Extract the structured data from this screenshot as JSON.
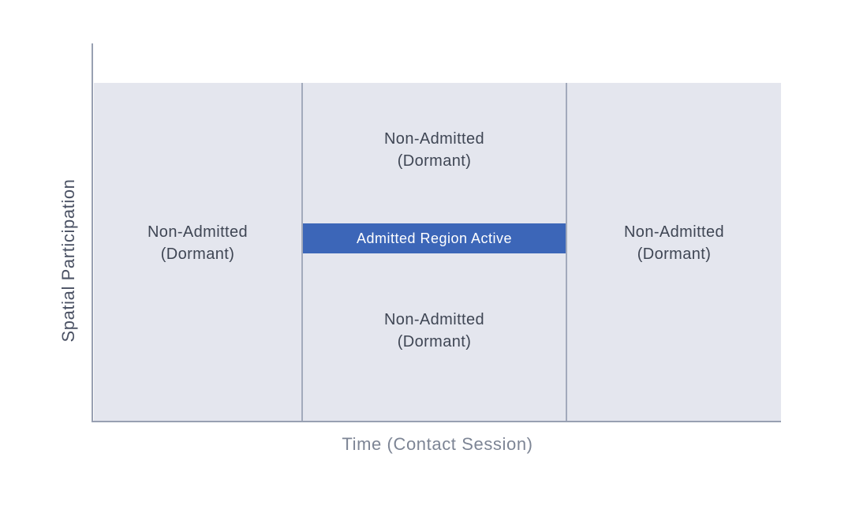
{
  "figure": {
    "x_axis": {
      "label": "Time (Contact Session)"
    },
    "y_axis": {
      "label": "Spatial Participation"
    },
    "regions": {
      "left": {
        "line1": "Non-Admitted",
        "line2": "(Dormant)"
      },
      "middle_top": {
        "line1": "Non-Admitted",
        "line2": "(Dormant)"
      },
      "middle_bottom": {
        "line1": "Non-Admitted",
        "line2": "(Dormant)"
      },
      "right": {
        "line1": "Non-Admitted",
        "line2": "(Dormant)"
      },
      "admitted": {
        "label": "Admitted Region Active"
      }
    },
    "colors": {
      "region_fill": "#e4e6ee",
      "admitted_fill": "#3c66b8",
      "admitted_text": "#ffffff",
      "axis_line": "#98a0b2",
      "divider_line": "#a2aabc",
      "region_text": "#3f4654",
      "x_axis_text": "#7d8595",
      "y_axis_text": "#4b5264"
    }
  }
}
